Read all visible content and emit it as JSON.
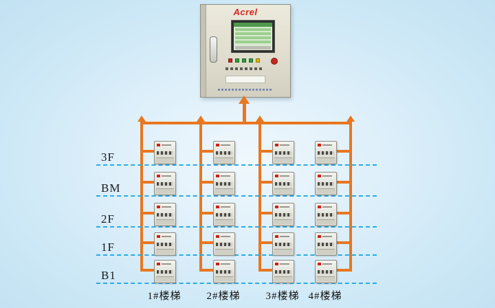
{
  "diagram": {
    "cabinet": {
      "brand": "Acrel"
    },
    "floors": [
      "3F",
      "BM",
      "2F",
      "1F",
      "B1"
    ],
    "stairwells": [
      "1#楼梯",
      "2#楼梯",
      "3#楼梯",
      "4#楼梯"
    ],
    "grid": {
      "rows": 5,
      "columns": 4
    },
    "colors": {
      "bus": "#E87722",
      "floor_line": "#29ABE2",
      "brand": "#D6251D",
      "background": "#CDE8F6"
    }
  }
}
